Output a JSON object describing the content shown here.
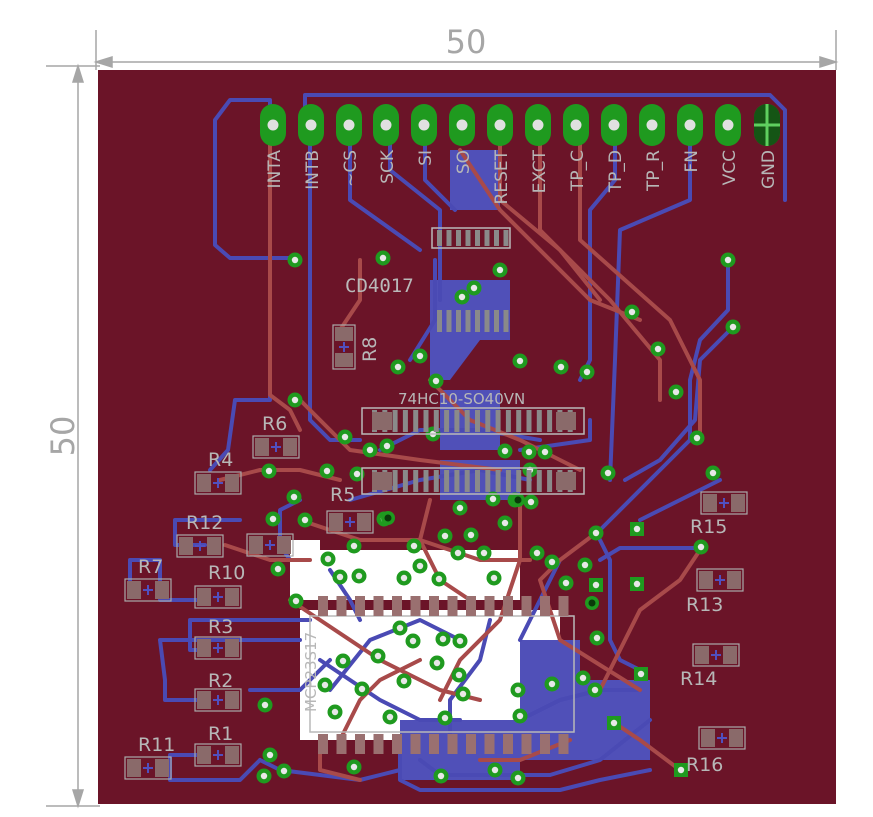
{
  "board": {
    "background_color": "#6b1428",
    "trace_top_color": "#a84a4a",
    "trace_bottom_color": "#4a4ab4",
    "pad_color": "#1f9a1f",
    "dimension_color": "#a6a6a6"
  },
  "dimensions": {
    "width_label": "50",
    "height_label": "50"
  },
  "header": {
    "pins": [
      "INTA",
      "INTB",
      "~CS",
      "SCK",
      "SI",
      "SO",
      "RESET",
      "EXCT",
      "TP_C",
      "TP_D",
      "TP_R",
      "FN",
      "VCC",
      "GND"
    ]
  },
  "components": {
    "ic_labels": [
      "CD4017",
      "74HC10-SO40VN",
      "MCP23S17"
    ],
    "resistors": [
      "R1",
      "R2",
      "R3",
      "R4",
      "R5",
      "R6",
      "R7",
      "R8",
      "R10",
      "R11",
      "R12",
      "R13",
      "R14",
      "R15",
      "R16"
    ]
  }
}
